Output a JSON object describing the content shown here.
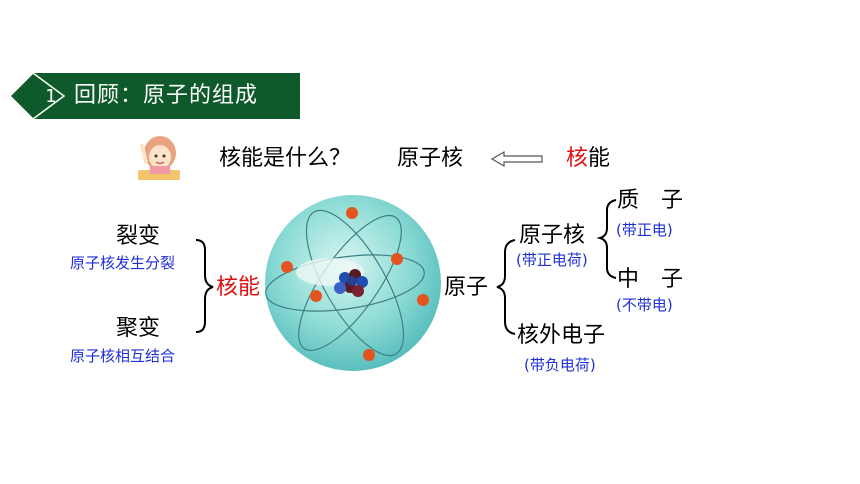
{
  "section": {
    "number": "1",
    "title": "回顾：原子的组成"
  },
  "question": {
    "text": "核能是什么？",
    "nucleus": "原子核",
    "energy_red": "核",
    "energy_rest": "能"
  },
  "left": {
    "fission": {
      "term": "裂变",
      "desc": "原子核发生分裂"
    },
    "fusion": {
      "term": "聚变",
      "desc": "原子核相互结合"
    },
    "result": "核能"
  },
  "right": {
    "atom": "原子",
    "nucleus": {
      "label": "原子核",
      "charge": "(带正电荷)"
    },
    "proton": {
      "label": "质　子",
      "charge": "(带正电)"
    },
    "neutron": {
      "label": "中　子",
      "charge": "(不带电)"
    },
    "electron": {
      "label": "核外电子",
      "charge": "(带负电荷)"
    }
  },
  "colors": {
    "header_green": "#0e5a2a",
    "label_blue": "#1f2fd6",
    "highlight_red": "#e01010"
  }
}
